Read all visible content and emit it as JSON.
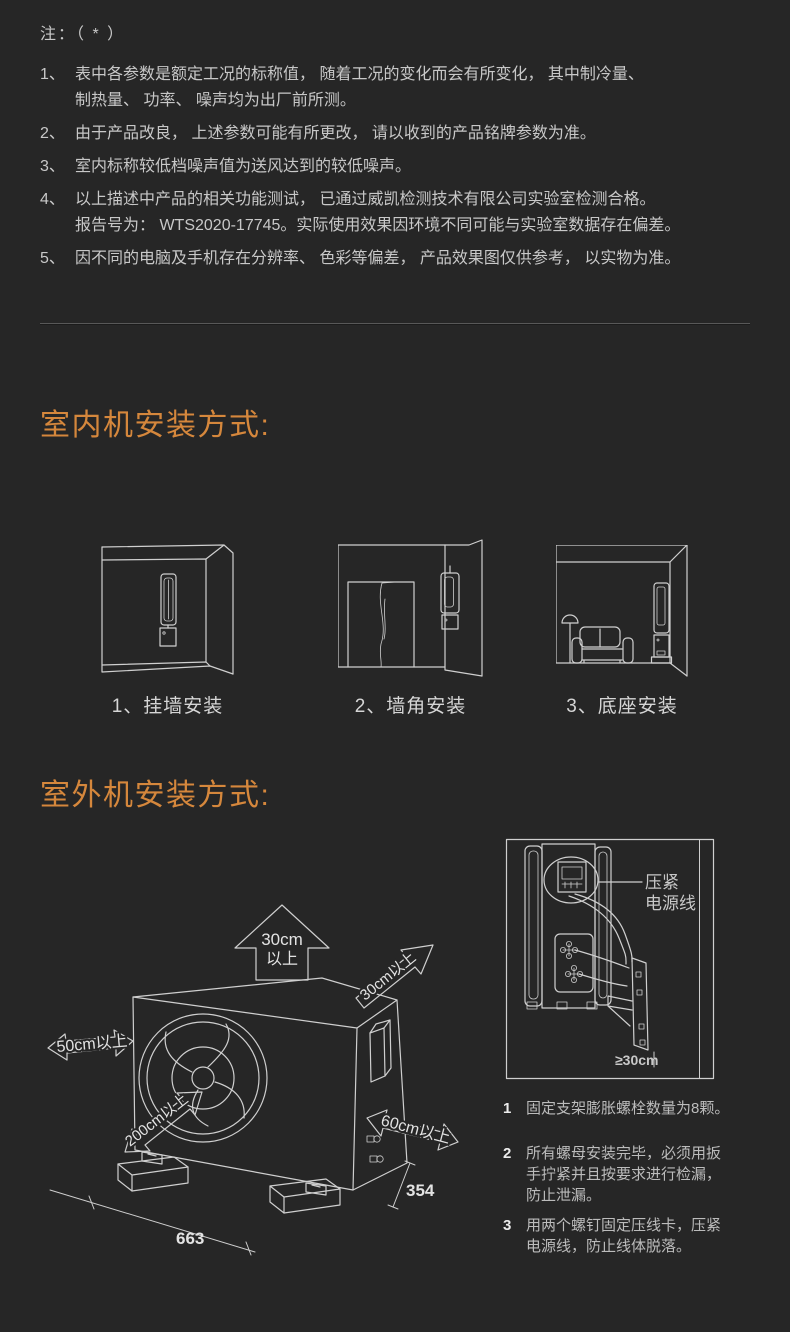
{
  "page": {
    "bg_color": "#262626",
    "accent_color": "#d5873c",
    "text_color": "#c8c8c8"
  },
  "notes": {
    "prefix": "注：（ * ）",
    "items": [
      {
        "num": "1、",
        "lines": [
          "表中各参数是额定工况的标称值， 随着工况的变化而会有所变化， 其中制冷量、",
          "制热量、 功率、 噪声均为出厂前所测。"
        ]
      },
      {
        "num": "2、",
        "lines": [
          "由于产品改良， 上述参数可能有所更改， 请以收到的产品铭牌参数为准。"
        ]
      },
      {
        "num": "3、",
        "lines": [
          "室内标称较低档噪声值为送风达到的较低噪声。"
        ]
      },
      {
        "num": "4、",
        "lines": [
          "以上描述中产品的相关功能测试， 已通过威凯检测技术有限公司实验室检测合格。",
          "报告号为： WTS2020-17745。实际使用效果因环境不同可能与实验室数据存在偏差。"
        ]
      },
      {
        "num": "5、",
        "lines": [
          "因不同的电脑及手机存在分辨率、 色彩等偏差， 产品效果图仅供参考， 以实物为准。"
        ]
      }
    ]
  },
  "indoor": {
    "heading": "室内机安装方式:",
    "figures": [
      {
        "caption": "1、挂墙安装"
      },
      {
        "caption": "2、墙角安装"
      },
      {
        "caption": "3、底座安装"
      }
    ]
  },
  "outdoor": {
    "heading": "室外机安装方式:",
    "clearances": {
      "top_line1": "30cm",
      "top_line2": "以上",
      "back": "30cm以上",
      "left": "50cm以上",
      "front": "200cm以上",
      "right": "60cm以上"
    },
    "dimensions": {
      "width": "663",
      "depth": "354"
    },
    "side_diagram": {
      "label_line1": "压紧",
      "label_line2": "电源线",
      "clearance": "≥30cm"
    },
    "steps": [
      {
        "num": "1",
        "lines": [
          "固定支架膨胀螺栓数量为8颗。"
        ]
      },
      {
        "num": "2",
        "lines": [
          "所有螺母安装完毕，必须用扳",
          "手拧紧并且按要求进行检漏，",
          "防止泄漏。"
        ]
      },
      {
        "num": "3",
        "lines": [
          "用两个螺钉固定压线卡，压紧",
          "电源线，防止线体脱落。"
        ]
      }
    ]
  }
}
